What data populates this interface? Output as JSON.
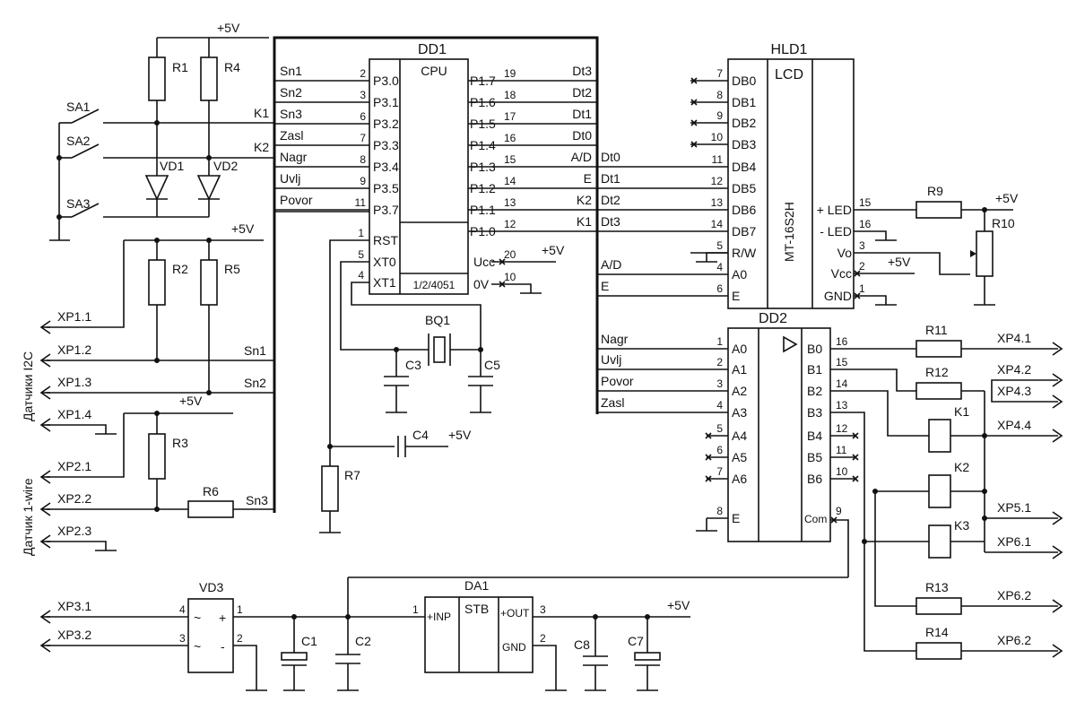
{
  "supply": "+5V",
  "dd1": {
    "ref": "DD1",
    "type": "CPU",
    "part": "1/2/4051",
    "left_pins": [
      {
        "net": "Sn1",
        "num": "2",
        "name": "P3.0"
      },
      {
        "net": "Sn2",
        "num": "3",
        "name": "P3.1"
      },
      {
        "net": "Sn3",
        "num": "6",
        "name": "P3.2"
      },
      {
        "net": "Zasl",
        "num": "7",
        "name": "P3.3"
      },
      {
        "net": "Nagr",
        "num": "8",
        "name": "P3.4"
      },
      {
        "net": "Uvlj",
        "num": "9",
        "name": "P3.5"
      },
      {
        "net": "Povor",
        "num": "11",
        "name": "P3.7"
      }
    ],
    "ctrl_pins": [
      {
        "num": "1",
        "name": "RST"
      },
      {
        "num": "5",
        "name": "XT0"
      },
      {
        "num": "4",
        "name": "XT1"
      }
    ],
    "right_pins": [
      {
        "name": "P1.7",
        "num": "19",
        "net": "Dt3"
      },
      {
        "name": "P1.6",
        "num": "18",
        "net": "Dt2"
      },
      {
        "name": "P1.5",
        "num": "17",
        "net": "Dt1"
      },
      {
        "name": "P1.4",
        "num": "16",
        "net": "Dt0"
      },
      {
        "name": "P1.3",
        "num": "15",
        "net": "A/D"
      },
      {
        "name": "P1.2",
        "num": "14",
        "net": "E"
      },
      {
        "name": "P1.1",
        "num": "13",
        "net": "K2"
      },
      {
        "name": "P1.0",
        "num": "12",
        "net": "K1"
      }
    ],
    "power_pins": [
      {
        "name": "Ucc",
        "num": "20"
      },
      {
        "name": "0V",
        "num": "10"
      }
    ]
  },
  "hld1": {
    "ref": "HLD1",
    "type": "LCD",
    "model": "MT-16S2H",
    "pins": [
      {
        "num": "7",
        "name": "DB0",
        "net": ""
      },
      {
        "num": "8",
        "name": "DB1",
        "net": ""
      },
      {
        "num": "9",
        "name": "DB2",
        "net": ""
      },
      {
        "num": "10",
        "name": "DB3",
        "net": ""
      },
      {
        "num": "11",
        "name": "DB4",
        "net": "Dt0"
      },
      {
        "num": "12",
        "name": "DB5",
        "net": "Dt1"
      },
      {
        "num": "13",
        "name": "DB6",
        "net": "Dt2"
      },
      {
        "num": "14",
        "name": "DB7",
        "net": "Dt3"
      },
      {
        "num": "5",
        "name": "R/W",
        "net": ""
      },
      {
        "num": "4",
        "name": "A0",
        "net": "A/D"
      },
      {
        "num": "6",
        "name": "E",
        "net": "E"
      }
    ],
    "right_pins": [
      {
        "name": "+ LED",
        "num": "15"
      },
      {
        "name": "- LED",
        "num": "16"
      },
      {
        "name": "Vo",
        "num": "3"
      },
      {
        "name": "Vcc",
        "num": "2"
      },
      {
        "name": "GND",
        "num": "1"
      }
    ]
  },
  "dd2": {
    "ref": "DD2",
    "inputs": [
      {
        "net": "Nagr",
        "num": "1",
        "name": "A0"
      },
      {
        "net": "Uvlj",
        "num": "2",
        "name": "A1"
      },
      {
        "net": "Povor",
        "num": "3",
        "name": "A2"
      },
      {
        "net": "Zasl",
        "num": "4",
        "name": "A3"
      },
      {
        "net": "",
        "num": "5",
        "name": "A4"
      },
      {
        "net": "",
        "num": "6",
        "name": "A5"
      },
      {
        "net": "",
        "num": "7",
        "name": "A6"
      },
      {
        "net": "",
        "num": "8",
        "name": "E"
      }
    ],
    "outputs": [
      {
        "name": "B0",
        "num": "16"
      },
      {
        "name": "B1",
        "num": "15"
      },
      {
        "name": "B2",
        "num": "14"
      },
      {
        "name": "B3",
        "num": "13"
      },
      {
        "name": "B4",
        "num": "12"
      },
      {
        "name": "B5",
        "num": "11"
      },
      {
        "name": "B6",
        "num": "10"
      },
      {
        "name": "Com",
        "num": "9"
      }
    ]
  },
  "components": {
    "r1": "R1",
    "r2": "R2",
    "r3": "R3",
    "r4": "R4",
    "r5": "R5",
    "r6": "R6",
    "r7": "R7",
    "r9": "R9",
    "r10": "R10",
    "r11": "R11",
    "r12": "R12",
    "r13": "R13",
    "r14": "R14",
    "c1": "C1",
    "c2": "C2",
    "c3": "C3",
    "c4": "C4",
    "c5": "C5",
    "c7": "C7",
    "c8": "C8",
    "vd1": "VD1",
    "vd2": "VD2",
    "vd3": "VD3",
    "bq1": "BQ1",
    "da1": "DA1",
    "k1": "K1",
    "k2": "K2",
    "k3": "K3",
    "sa1": "SA1",
    "sa2": "SA2",
    "sa3": "SA3"
  },
  "nets": {
    "k1": "K1",
    "k2": "K2",
    "sn1": "Sn1",
    "sn2": "Sn2",
    "sn3": "Sn3"
  },
  "connectors": {
    "xp1_1": "XP1.1",
    "xp1_2": "XP1.2",
    "xp1_3": "XP1.3",
    "xp1_4": "XP1.4",
    "xp2_1": "XP2.1",
    "xp2_2": "XP2.2",
    "xp2_3": "XP2.3",
    "xp3_1": "XP3.1",
    "xp3_2": "XP3.2",
    "xp4_1": "XP4.1",
    "xp4_2": "XP4.2",
    "xp4_3": "XP4.3",
    "xp4_4": "XP4.4",
    "xp5_1": "XP5.1",
    "xp6_1": "XP6.1",
    "xp6_2a": "XP6.2",
    "xp6_2b": "XP6.2"
  },
  "group_labels": {
    "i2c": "Датчики I2C",
    "onewire": "Датчик 1-wire"
  },
  "vd3": {
    "pin4": "4",
    "pin3": "3",
    "pin1": "1",
    "pin2": "2",
    "ac": "~",
    "plus": "+",
    "minus": "-"
  },
  "da1": {
    "inp": "+INP",
    "stb": "STB",
    "out": "+OUT",
    "gnd": "GND",
    "pin1": "1",
    "pin2": "2",
    "pin3": "3"
  }
}
